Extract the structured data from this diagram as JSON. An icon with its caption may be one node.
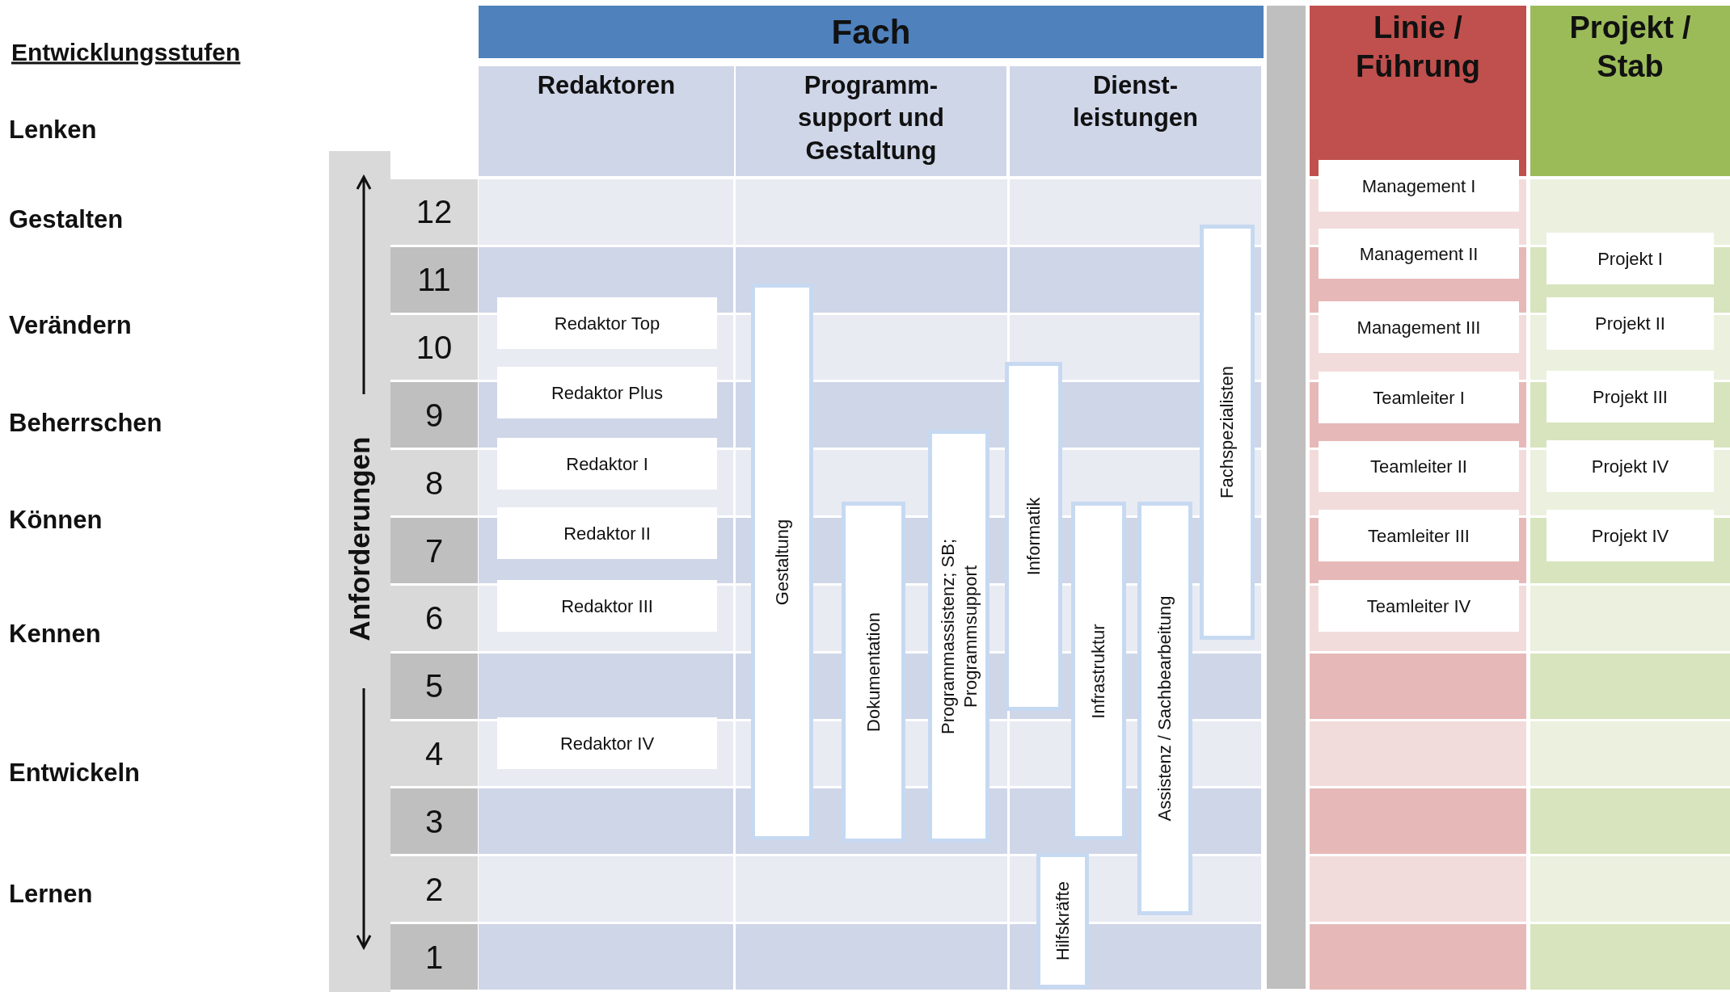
{
  "diagram": {
    "nodes": [
      {
        "text": [
          "Fach"
        ]
      },
      {
        "text": [
          "Linie / Führung"
        ]
      },
      {
        "text": [
          "Projekt / Stab"
        ]
      },
      {
        "text": [
          "Redaktoren"
        ]
      },
      {
        "text": [
          "Programm- support und Gestaltung"
        ]
      },
      {
        "text": [
          "Dienst- leistungen"
        ]
      },
      {
        "text": [
          "Anforderungen"
        ]
      },
      {
        "text": [
          "Redaktor Top"
        ]
      },
      {
        "text": [
          "Redaktor Plus"
        ]
      },
      {
        "text": [
          "Redaktor I"
        ]
      },
      {
        "text": [
          "Redaktor II"
        ]
      },
      {
        "text": [
          "Redaktor III"
        ]
      },
      {
        "text": [
          "Redaktor IV"
        ]
      },
      {
        "text": [
          "Gestaltung"
        ]
      },
      {
        "text": [
          "Dokumentation"
        ]
      },
      {
        "text": [
          "Programmassistenz; SB; Programmsupport"
        ]
      },
      {
        "text": [
          "Informatik"
        ]
      },
      {
        "text": [
          "Hilfskräfte"
        ]
      },
      {
        "text": [
          "Infrastruktur"
        ]
      },
      {
        "text": [
          "Assistenz / Sachbearbeitung"
        ]
      },
      {
        "text": [
          "Fachspezialisten"
        ]
      },
      {
        "text": [
          "Management I"
        ]
      },
      {
        "text": [
          "Management II"
        ]
      },
      {
        "text": [
          "Management III"
        ]
      },
      {
        "text": [
          "Teamleiter I"
        ]
      },
      {
        "text": [
          "Teamleiter II"
        ]
      },
      {
        "text": [
          "Teamleiter III"
        ]
      },
      {
        "text": [
          "Teamleiter IV"
        ]
      },
      {
        "text": [
          "Projekt I"
        ]
      },
      {
        "text": [
          "Projekt II"
        ]
      },
      {
        "text": [
          "Projekt III"
        ]
      },
      {
        "text": [
          "Projekt IV"
        ]
      },
      {
        "text": [
          "Projekt IV"
        ]
      },
      {
        "text": [],
        "shape": "bar"
      }
    ],
    "labels": [
      "Entwicklungsstufen",
      "Lenken",
      "Gestalten",
      "Verändern",
      "Beherrschen",
      "Können",
      "Kennen",
      "Entwickeln",
      "Lernen",
      "12",
      "11",
      "10",
      "9",
      "8",
      "7",
      "6",
      "5",
      "4",
      "3",
      "2",
      "1"
    ]
  }
}
